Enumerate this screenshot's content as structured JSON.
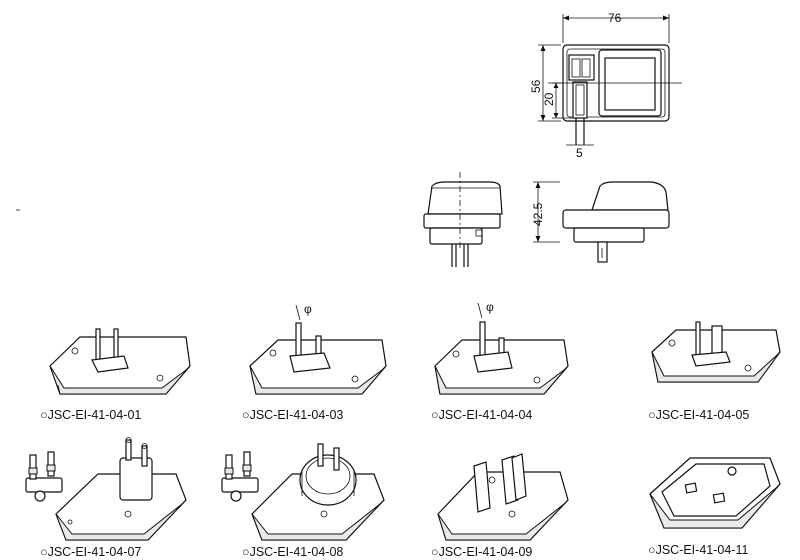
{
  "dimensions": {
    "width": "76",
    "height": "56",
    "depth": "42.5",
    "slot_offset": "20",
    "pin_width": "5"
  },
  "adapters": [
    {
      "label": "JSC-EI-41-04-01"
    },
    {
      "label": "JSC-EI-41-04-03"
    },
    {
      "label": "JSC-EI-41-04-04"
    },
    {
      "label": "JSC-EI-41-04-05"
    },
    {
      "label": "JSC-EI-41-04-07"
    },
    {
      "label": "JSC-EI-41-04-08"
    },
    {
      "label": "JSC-EI-41-04-09"
    },
    {
      "label": "JSC-EI-41-04-11"
    }
  ],
  "marker": "○",
  "phi": "φ"
}
